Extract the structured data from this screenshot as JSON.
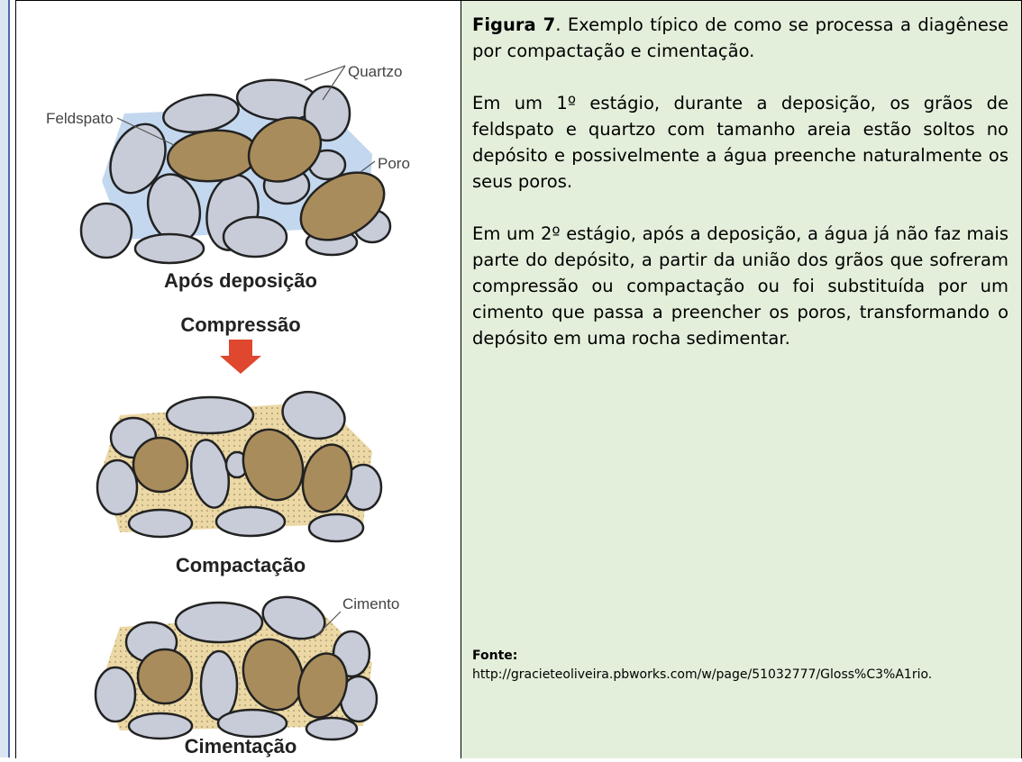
{
  "figure": {
    "labels": {
      "quartzo": "Quartzo",
      "feldspato": "Feldspato",
      "poro": "Poro",
      "cimento": "Cimento"
    },
    "stage1_title": "Após deposição",
    "arrow_label": "Compressão",
    "stage2_title": "Compactação",
    "stage3_title": "Cimentação",
    "colors": {
      "quartz": "#c7ccd8",
      "feldspar": "#a98c5b",
      "water": "#c3d8ef",
      "cement": "#ebd8a5",
      "arrow": "#e0472f"
    }
  },
  "caption": {
    "figure_label": "Figura 7",
    "figure_text": ". Exemplo típico de como se processa a diagênese por compactação e cimentação.",
    "paragraph1": "Em um 1º estágio, durante a deposição, os grãos de feldspato e quartzo com tamanho areia estão soltos no depósito e possivelmente a água preenche naturalmente os seus poros.",
    "paragraph2": "Em um 2º estágio, após a deposição, a água já não faz mais parte do depósito, a partir da união dos grãos que sofreram compressão ou compactação ou foi substituída por um cimento que passa a preencher os poros, transformando o depósito em uma rocha sedimentar."
  },
  "source": {
    "label": "Fonte:",
    "url": "http://gracieteoliveira.pbworks.com/w/page/51032777/Gloss%C3%A1rio."
  }
}
